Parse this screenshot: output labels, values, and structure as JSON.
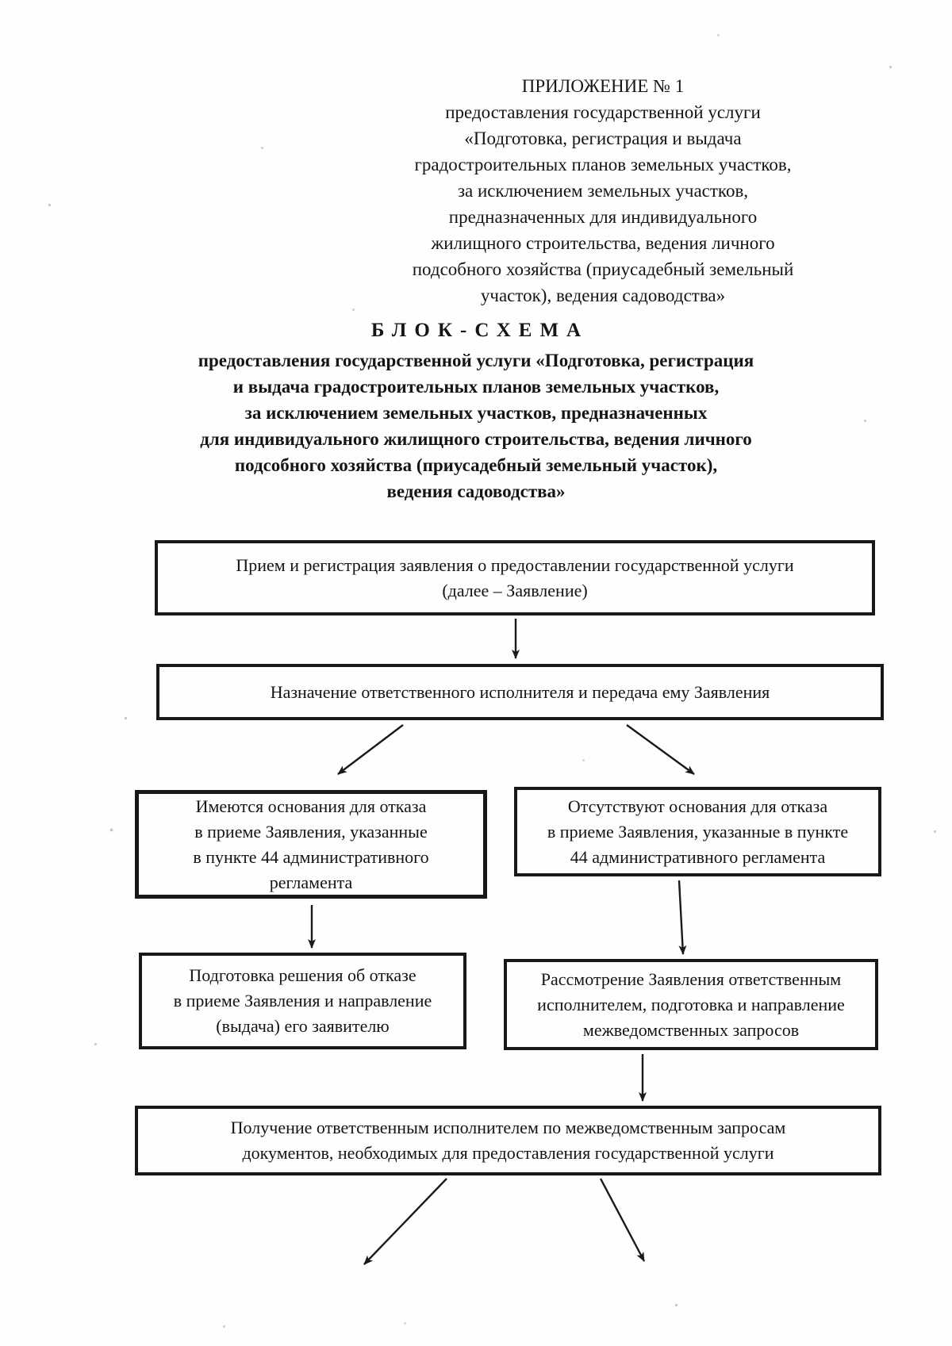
{
  "document": {
    "appendix": {
      "lines": [
        "ПРИЛОЖЕНИЕ № 1",
        "предоставления государственной услуги",
        "«Подготовка, регистрация и выдача",
        "градостроительных планов земельных участков,",
        "за исключением земельных участков,",
        "предназначенных для индивидуального",
        "жилищного строительства, ведения личного",
        "подсобного хозяйства (приусадебный земельный",
        "участок), ведения садоводства»"
      ]
    },
    "title": {
      "heading": "БЛОК-СХЕМА",
      "lines": [
        "предоставления государственной услуги «Подготовка, регистрация",
        "и выдача градостроительных планов земельных участков,",
        "за исключением земельных участков, предназначенных",
        "для индивидуального жилищного строительства, ведения личного",
        "подсобного хозяйства (приусадебный земельный участок),",
        "ведения садоводства»"
      ]
    },
    "flowchart": {
      "reception": [
        "Прием и регистрация заявления о предоставлении государственной услуги",
        "(далее – Заявление)"
      ],
      "assignment": [
        "Назначение ответственного исполнителя и передача ему Заявления"
      ],
      "grounds_exist": [
        "Имеются основания для отказа",
        "в приеме Заявления, указанные",
        "в пункте 44 административного",
        "регламента"
      ],
      "grounds_absent": [
        "Отсутствуют основания для отказа",
        "в приеме Заявления, указанные в пункте",
        "44 административного регламента"
      ],
      "refusal_decision": [
        "Подготовка решения об отказе",
        "в приеме Заявления и направление",
        "(выдача) его заявителю"
      ],
      "review_requests": [
        "Рассмотрение Заявления ответственным",
        "исполнителем, подготовка и направление",
        "межведомственных запросов"
      ],
      "receive_documents": [
        "Получение ответственным исполнителем по межведомственным запросам",
        "документов, необходимых для предоставления государственной услуги"
      ]
    },
    "ink_color": "#181818",
    "paper_color": "#fefefe"
  }
}
